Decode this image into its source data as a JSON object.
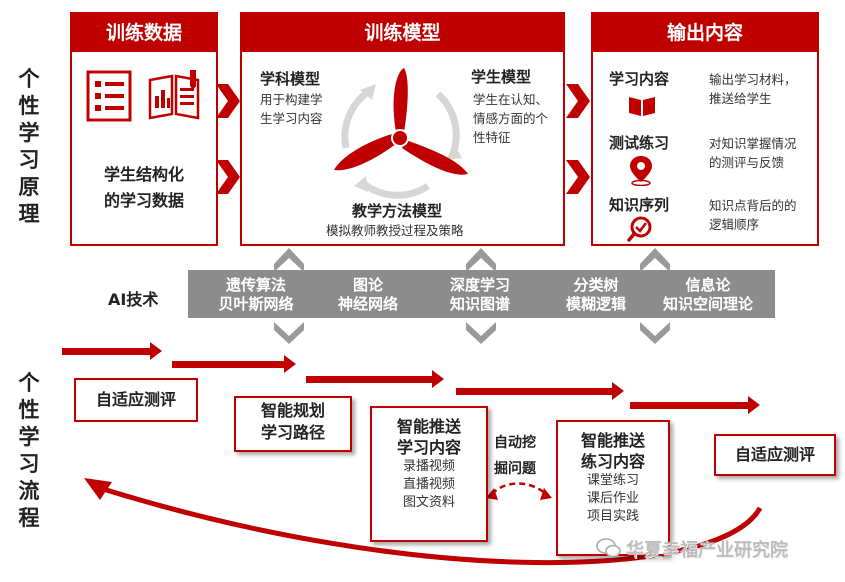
{
  "side_labels": {
    "principle": [
      "个",
      "性",
      "学",
      "习",
      "原",
      "理"
    ],
    "process": [
      "个",
      "性",
      "学",
      "习",
      "流",
      "程"
    ]
  },
  "panels": {
    "training_data": {
      "title": "训练数据",
      "caption_line1": "学生结构化",
      "caption_line2": "的学习数据"
    },
    "training_model": {
      "title": "训练模型",
      "subject_model": {
        "title": "学科模型",
        "desc_line1": "用于构建学",
        "desc_line2": "生学习内容"
      },
      "student_model": {
        "title": "学生模型",
        "desc_line1": "学生在认知、",
        "desc_line2": "情感方面的个",
        "desc_line3": "性特征"
      },
      "teaching_model": {
        "title": "教学方法模型",
        "desc": "模拟教师教授过程及策略"
      }
    },
    "output": {
      "title": "输出内容",
      "items": [
        {
          "title": "学习内容",
          "desc_line1": "输出学习材料，",
          "desc_line2": "推送给学生",
          "icon": "book-icon"
        },
        {
          "title": "测试练习",
          "desc_line1": "对知识掌握情况",
          "desc_line2": "的测评与反馈",
          "icon": "location-pin-icon"
        },
        {
          "title": "知识序列",
          "desc_line1": "知识点背后的的",
          "desc_line2": "逻辑顺序",
          "icon": "search-check-icon"
        }
      ]
    }
  },
  "ai": {
    "label": "AI技术",
    "items": [
      {
        "line1": "遗传算法",
        "line2": "贝叶斯网络"
      },
      {
        "line1": "图论",
        "line2": "神经网络"
      },
      {
        "line1": "深度学习",
        "line2": "知识图谱"
      },
      {
        "line1": "分类树",
        "line2": "模糊逻辑"
      },
      {
        "line1": "信息论",
        "line2": "知识空间理论"
      }
    ]
  },
  "process": {
    "step1": "自适应测评",
    "step2_line1": "智能规划",
    "step2_line2": "学习路径",
    "step3": {
      "title_line1": "智能推送",
      "title_line2": "学习内容",
      "items": [
        "录播视频",
        "直播视频",
        "图文资料"
      ]
    },
    "auto_mine_line1": "自动挖",
    "auto_mine_line2": "掘问题",
    "step4": {
      "title_line1": "智能推送",
      "title_line2": "练习内容",
      "items": [
        "课堂练习",
        "课后作业",
        "项目实践"
      ]
    },
    "step5": "自适应测评"
  },
  "watermark": "华夏幸福产业研究院",
  "colors": {
    "accent": "#c00000",
    "band": "#8c8c8c"
  }
}
